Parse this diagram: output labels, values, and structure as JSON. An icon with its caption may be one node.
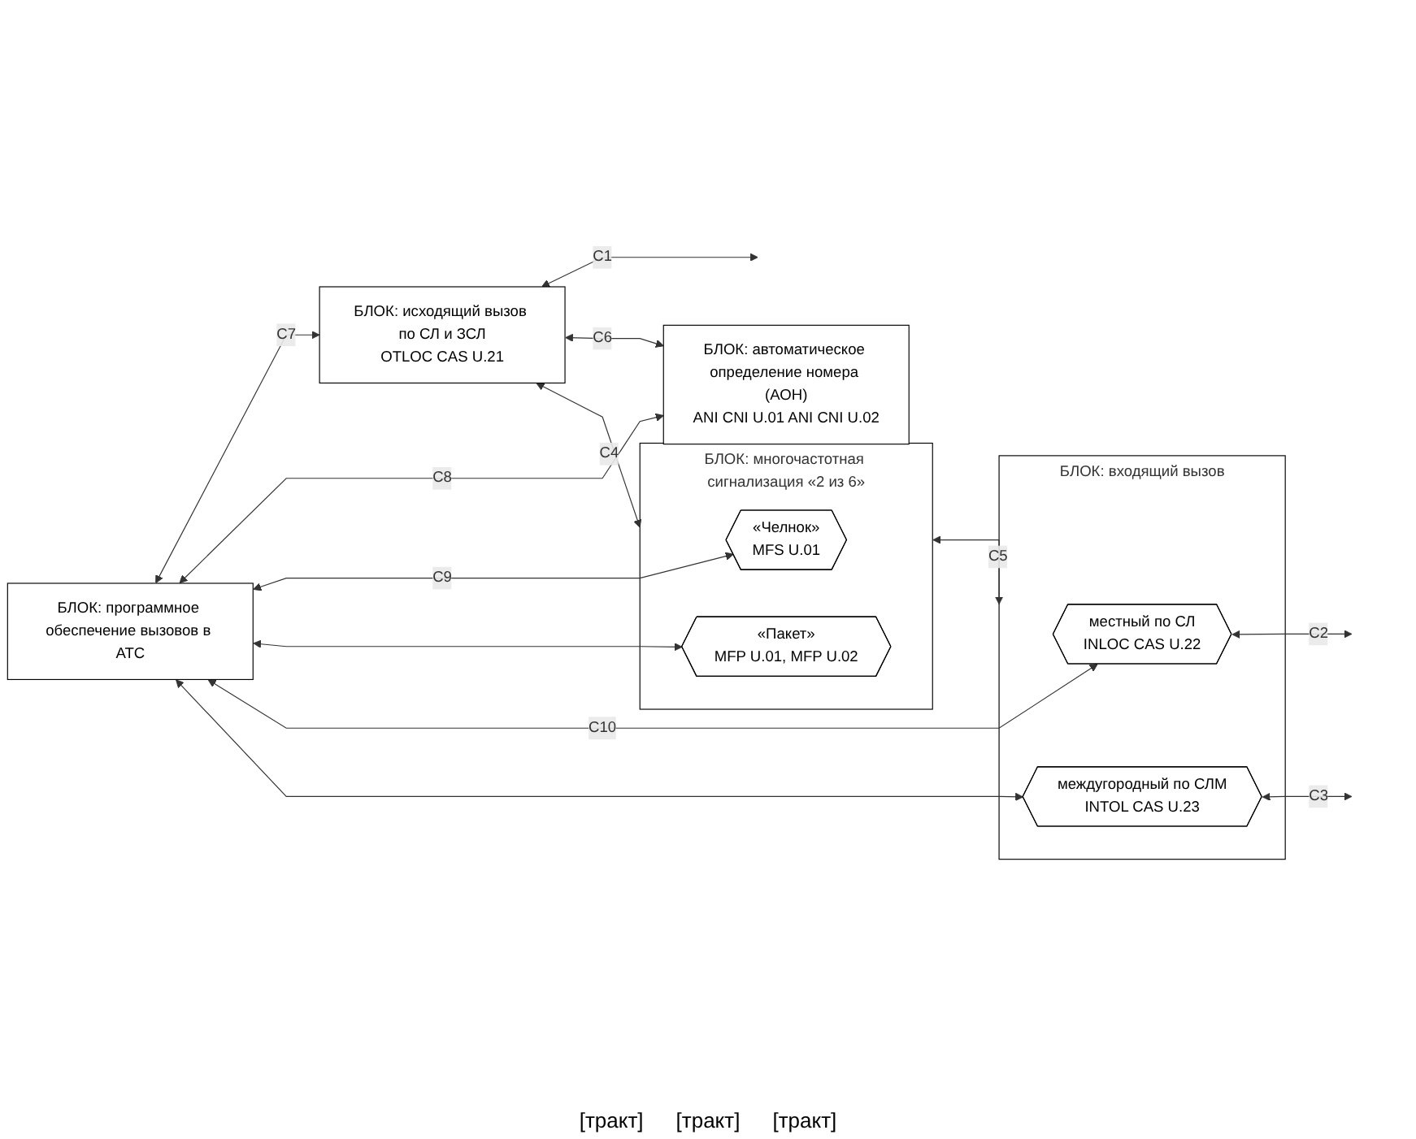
{
  "diagram": {
    "nodes": [
      {
        "text": [
          "БЛОК: программное обеспечение вызовов в АТС"
        ]
      },
      {
        "text": [
          "БЛОК: исходящий вызов по СЛ и ЗСЛ",
          "OTLOC CAS U.21"
        ]
      },
      {
        "text": [
          "БЛОК: автоматическое определение номера (АОН)",
          "ANI CNI U.01 ANI CNI U.02"
        ]
      },
      {
        "text": [
          "БЛОК: многочастотная сигнализация «2 из 6»"
        ]
      },
      {
        "text": [
          "«Челнок»",
          "MFS U.01"
        ],
        "in": 3
      },
      {
        "text": [
          "«Пакет»",
          "MFP U.01, MFP U.02"
        ],
        "in": 3
      },
      {
        "text": [
          "БЛОК: входящий вызов"
        ]
      },
      {
        "text": [
          "местный по СЛ",
          "INLOC CAS U.22"
        ],
        "in": 6
      },
      {
        "text": [
          "междугородный по СЛМ",
          "INTOL CAS U.23"
        ],
        "in": 6
      }
    ],
    "edges": [
      {
        "from": 0,
        "to": 1,
        "arrow": "both",
        "label": "C7"
      },
      {
        "from": 1,
        "to": null,
        "arrow": "both",
        "label": "C1"
      },
      {
        "from": 1,
        "to": 2,
        "arrow": "both",
        "label": "C6"
      },
      {
        "from": 0,
        "to": 2,
        "arrow": "both",
        "label": "C8"
      },
      {
        "from": 1,
        "to": 3,
        "arrow": "both",
        "label": "C4"
      },
      {
        "from": 0,
        "to": 4,
        "arrow": "both",
        "label": "C9"
      },
      {
        "from": 0,
        "to": 5,
        "arrow": "both"
      },
      {
        "from": 3,
        "to": 6,
        "arrow": "both",
        "label": "C5"
      },
      {
        "from": 0,
        "to": 7,
        "arrow": "both",
        "label": "C10"
      },
      {
        "from": 0,
        "to": 8,
        "arrow": "both"
      },
      {
        "from": 7,
        "to": null,
        "arrow": "both",
        "label": "C2"
      },
      {
        "from": 8,
        "to": null,
        "arrow": "both",
        "label": "C3"
      }
    ],
    "labels": [
      "[тракт]",
      "[тракт]",
      "[тракт]"
    ]
  }
}
